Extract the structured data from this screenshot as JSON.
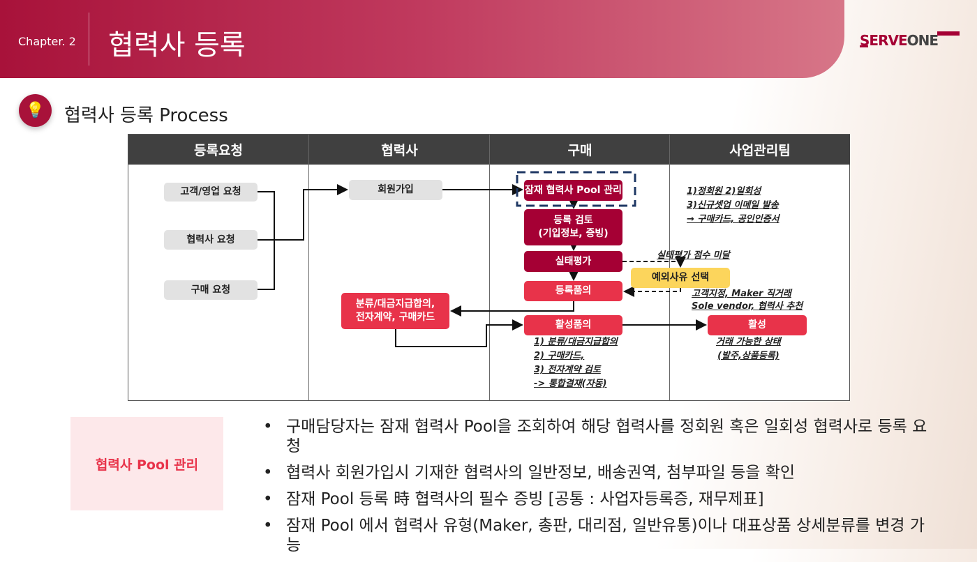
{
  "header": {
    "chapter": "Chapter. 2",
    "title": "협력사 등록",
    "logo": "SERVEONE",
    "logo_parts": [
      "SERVE",
      "ONE"
    ]
  },
  "section": {
    "icon": "lightbulb-icon",
    "title": "협력사 등록 Process"
  },
  "columns": [
    "등록요청",
    "협력사",
    "구매",
    "사업관리팀"
  ],
  "boxes": {
    "customer_request": "고객/영업 요청",
    "partner_request": "협력사 요청",
    "purchase_request": "구매 요청",
    "signup": "회원가입",
    "pool": "잠재 협력사 Pool 관리",
    "review": "등록 검토\n(기입정보, 증빙)",
    "review_l1": "등록 검토",
    "review_l2": "(기입정보, 증빙)",
    "evaluation": "실태평가",
    "approval": "등록품의",
    "exception": "예외사유 선택",
    "contract_l1": "분류/대금지급합의,",
    "contract_l2": "전자계약, 구매카드",
    "activation_approval": "활성품의",
    "active": "활성"
  },
  "notes": {
    "member_l1": "1)정회원 2)일회성",
    "member_l2": "3)신규셋업 이메일 발송",
    "member_l3": "→ 구매카드, 공인인증서",
    "score": "실태평가 점수 미달",
    "exception_l1": "고객지정, Maker 직거래",
    "exception_l2": "Sole vendor, 협력사 추천",
    "activation_l1": "1) 분류/대금지급합의",
    "activation_l2": "2) 구매카드,",
    "activation_l3": "3) 전자계약 검토",
    "activation_l4": "-> 통합결재(자동)",
    "active_l1": "거래 가능한 상태",
    "active_l2": "(발주,상품등록)"
  },
  "colors": {
    "dark_red": "#a50034",
    "red": "#e8334a",
    "yellow": "#fcd55c",
    "navy": "#1f3864"
  },
  "bottom": {
    "label": "협력사 Pool 관리",
    "bullets": [
      "구매담당자는 잠재 협력사 Pool을 조회하여 해당 협력사를 정회원 혹은 일회성 협력사로 등록 요청",
      "협력사 회원가입시 기재한 협력사의 일반정보, 배송권역, 첨부파일 등을 확인",
      "잠재 Pool 등록 時 협력사의 필수 증빙 [공통 : 사업자등록증, 재무제표]",
      "잠재 Pool 에서 협력사 유형(Maker, 총판, 대리점, 일반유통)이나 대표상품 상세분류를 변경 가능"
    ]
  }
}
